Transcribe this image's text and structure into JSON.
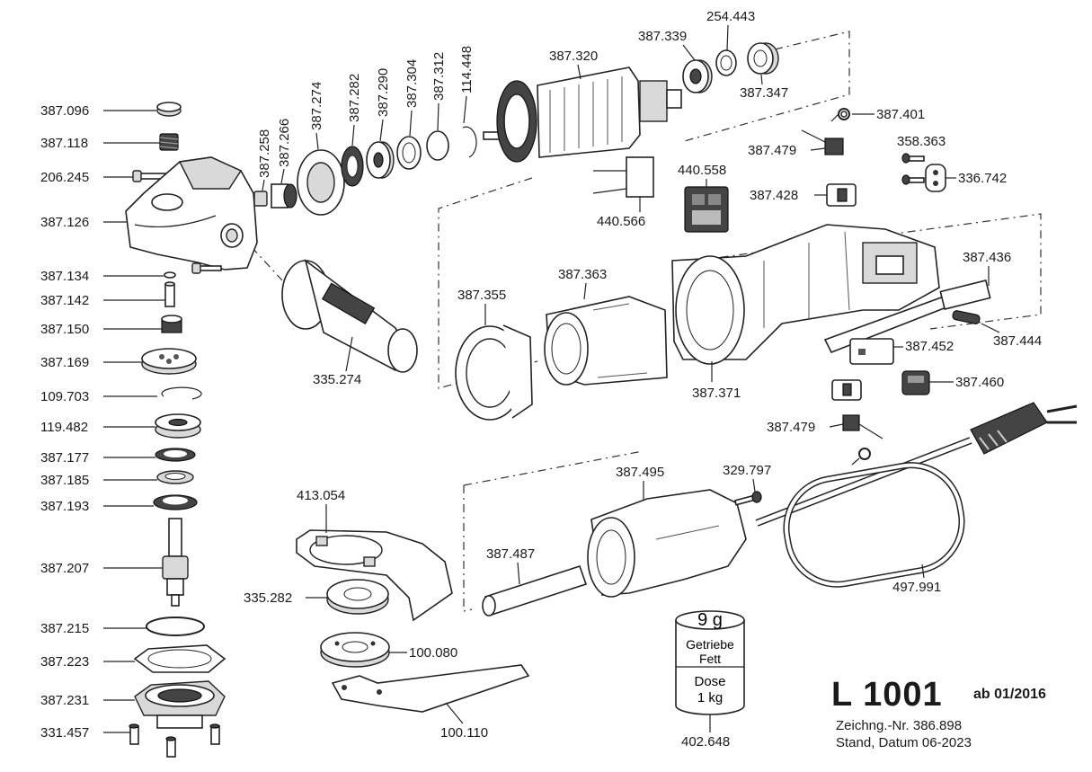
{
  "title_block": {
    "model": "L 1001",
    "valid_from": "ab 01/2016",
    "drawing_number": "Zeichng.-Nr. 386.898",
    "status": "Stand, Datum 06-2023"
  },
  "grease_can": {
    "weight": "9 g",
    "line1": "Getriebe",
    "line2": "Fett",
    "line3": "Dose",
    "line4": "1 kg"
  },
  "part_numbers": {
    "p387096": "387.096",
    "p387118": "387.118",
    "p206245": "206.245",
    "p387126": "387.126",
    "p387134": "387.134",
    "p387142": "387.142",
    "p387150": "387.150",
    "p387169": "387.169",
    "p109703": "109.703",
    "p119482": "119.482",
    "p387177": "387.177",
    "p387185": "387.185",
    "p387193": "387.193",
    "p387207": "387.207",
    "p387215": "387.215",
    "p387223": "387.223",
    "p387231": "387.231",
    "p331457": "331.457",
    "p387258": "387.258",
    "p387266": "387.266",
    "p387274": "387.274",
    "p387282": "387.282",
    "p387290": "387.290",
    "p387304": "387.304",
    "p387312": "387.312",
    "p114448": "114.448",
    "p387320": "387.320",
    "p387339": "387.339",
    "p254443": "254.443",
    "p387347": "387.347",
    "p387401": "387.401",
    "p387479a": "387.479",
    "p358363": "358.363",
    "p336742": "336.742",
    "p440558": "440.558",
    "p387428": "387.428",
    "p440566": "440.566",
    "p387436": "387.436",
    "p387363": "387.363",
    "p387355": "387.355",
    "p335274": "335.274",
    "p387371": "387.371",
    "p387452": "387.452",
    "p387444": "387.444",
    "p387460": "387.460",
    "p387479b": "387.479",
    "p413054": "413.054",
    "p387495": "387.495",
    "p329797": "329.797",
    "p387487": "387.487",
    "p335282": "335.282",
    "p100080": "100.080",
    "p100110": "100.110",
    "p497991": "497.991",
    "p402648": "402.648"
  }
}
